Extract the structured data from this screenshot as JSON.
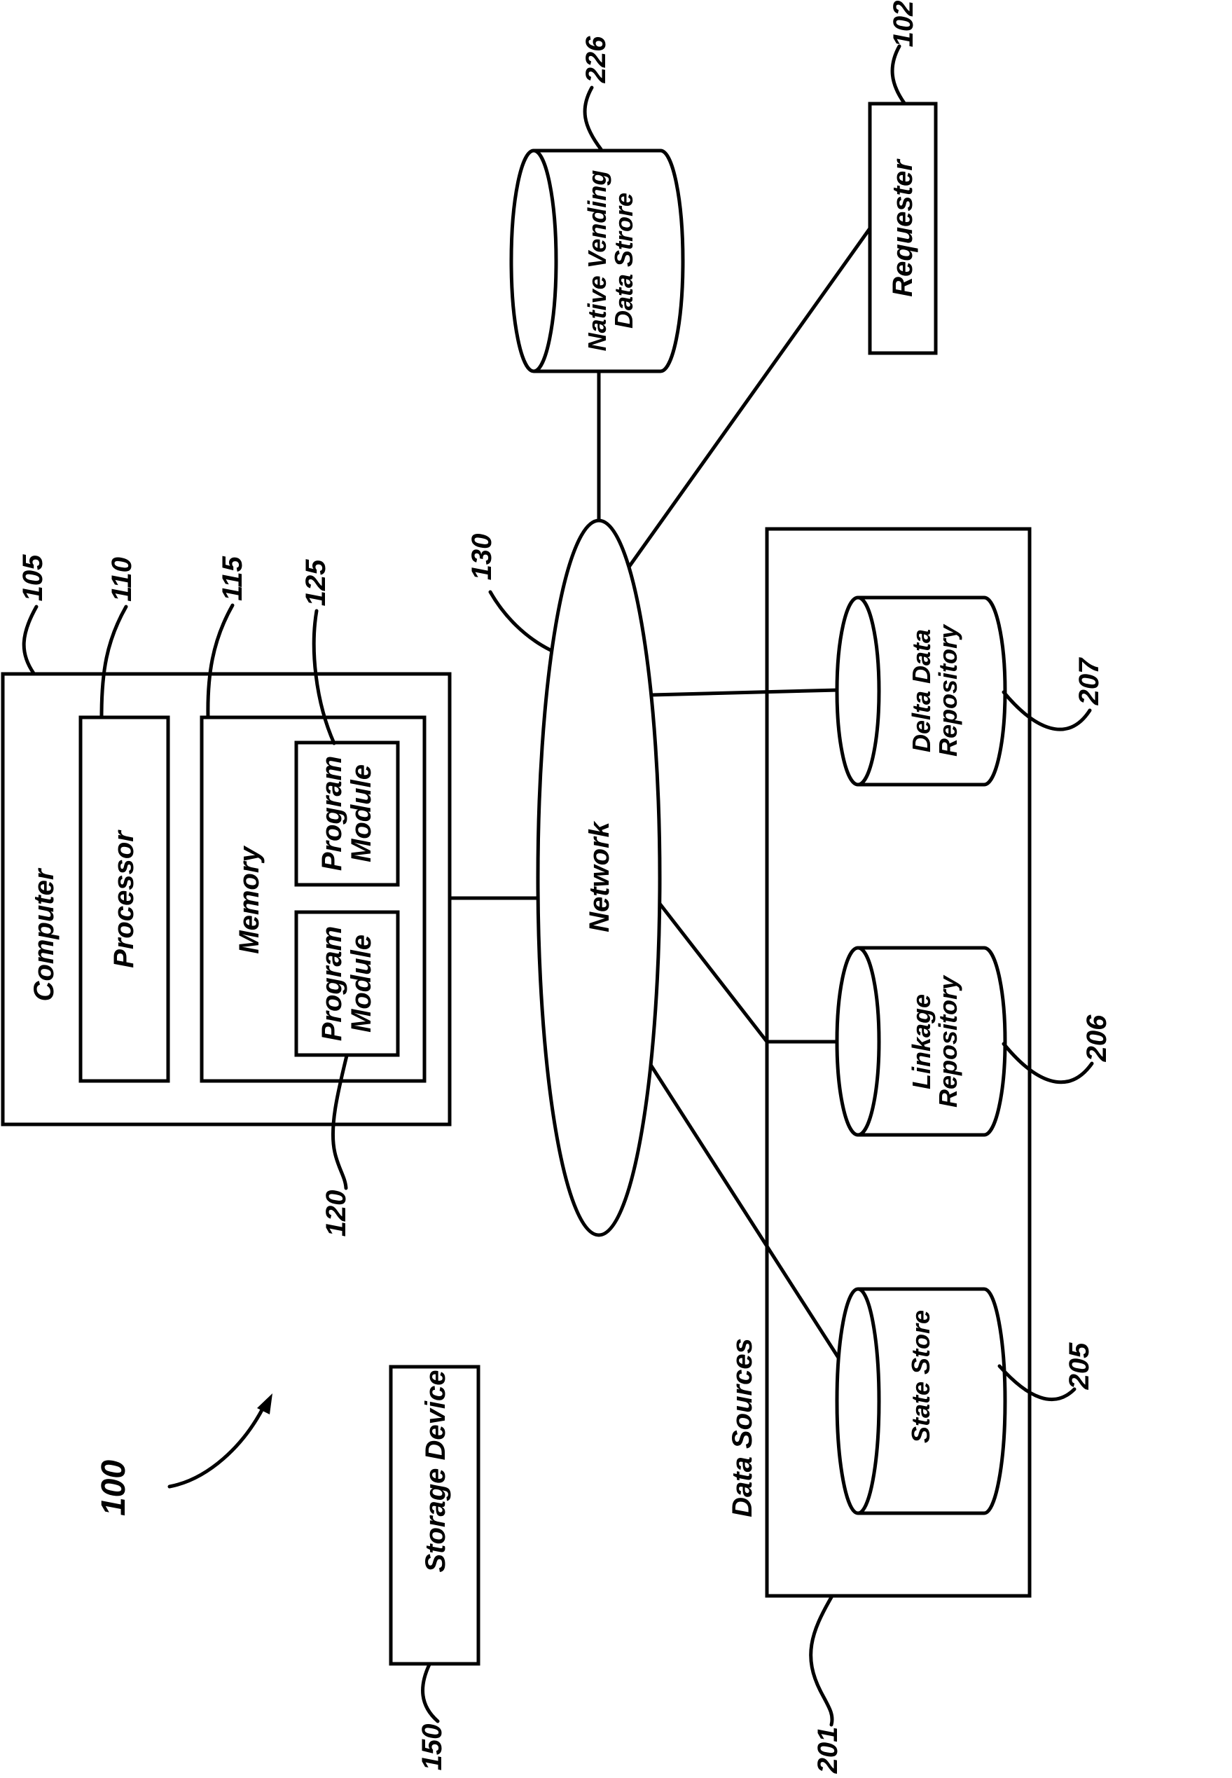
{
  "figure": {
    "overall_ref": "100",
    "colors": {
      "ink": "#000000",
      "background": "#ffffff"
    },
    "computer": {
      "label": "Computer",
      "ref": "105",
      "processor": {
        "label": "Processor",
        "ref": "110"
      },
      "memory": {
        "label": "Memory",
        "ref": "115",
        "program_module_1": {
          "lines": [
            "Program",
            "Module"
          ],
          "ref": "125"
        },
        "program_module_2": {
          "lines": [
            "Program",
            "Module"
          ],
          "ref": "120"
        }
      }
    },
    "network": {
      "label": "Network",
      "ref": "130"
    },
    "native_vending_data_store": {
      "lines": [
        "Native Vending",
        "Data Strore"
      ],
      "ref": "226"
    },
    "requester": {
      "label": "Requester",
      "ref": "102"
    },
    "storage_device": {
      "label": "Storage Device",
      "ref": "150"
    },
    "data_sources": {
      "label": "Data Sources",
      "ref": "201",
      "state_store": {
        "label": "State Store",
        "ref": "205"
      },
      "linkage_repository": {
        "lines": [
          "Linkage",
          "Repository"
        ],
        "ref": "206"
      },
      "delta_data_repository": {
        "lines": [
          "Delta Data",
          "Repository"
        ],
        "ref": "207"
      }
    }
  }
}
